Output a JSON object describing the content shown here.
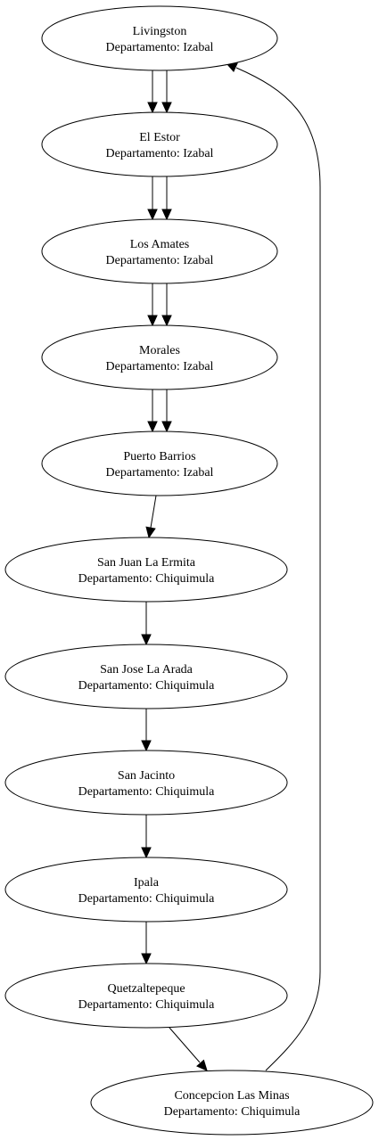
{
  "graph": {
    "nodes": [
      {
        "id": "livingston",
        "name": "Livingston",
        "detail": "Departamento: Izabal"
      },
      {
        "id": "el-estor",
        "name": "El Estor",
        "detail": "Departamento: Izabal"
      },
      {
        "id": "los-amates",
        "name": "Los Amates",
        "detail": "Departamento: Izabal"
      },
      {
        "id": "morales",
        "name": "Morales",
        "detail": "Departamento: Izabal"
      },
      {
        "id": "puerto-barrios",
        "name": "Puerto Barrios",
        "detail": "Departamento: Izabal"
      },
      {
        "id": "san-juan-la-ermita",
        "name": "San Juan La Ermita",
        "detail": "Departamento: Chiquimula"
      },
      {
        "id": "san-jose-la-arada",
        "name": "San Jose La Arada",
        "detail": "Departamento: Chiquimula"
      },
      {
        "id": "san-jacinto",
        "name": "San Jacinto",
        "detail": "Departamento: Chiquimula"
      },
      {
        "id": "ipala",
        "name": "Ipala",
        "detail": "Departamento: Chiquimula"
      },
      {
        "id": "quetzaltepeque",
        "name": "Quetzaltepeque",
        "detail": "Departamento: Chiquimula"
      },
      {
        "id": "concepcion-las-minas",
        "name": "Concepcion Las Minas",
        "detail": "Departamento: Chiquimula"
      }
    ],
    "edges": [
      {
        "from": "livingston",
        "to": "el-estor"
      },
      {
        "from": "livingston",
        "to": "el-estor"
      },
      {
        "from": "el-estor",
        "to": "los-amates"
      },
      {
        "from": "el-estor",
        "to": "los-amates"
      },
      {
        "from": "los-amates",
        "to": "morales"
      },
      {
        "from": "los-amates",
        "to": "morales"
      },
      {
        "from": "morales",
        "to": "puerto-barrios"
      },
      {
        "from": "morales",
        "to": "puerto-barrios"
      },
      {
        "from": "puerto-barrios",
        "to": "san-juan-la-ermita"
      },
      {
        "from": "san-juan-la-ermita",
        "to": "san-jose-la-arada"
      },
      {
        "from": "san-jose-la-arada",
        "to": "san-jacinto"
      },
      {
        "from": "san-jacinto",
        "to": "ipala"
      },
      {
        "from": "ipala",
        "to": "quetzaltepeque"
      },
      {
        "from": "quetzaltepeque",
        "to": "concepcion-las-minas"
      },
      {
        "from": "concepcion-las-minas",
        "to": "livingston"
      }
    ]
  }
}
